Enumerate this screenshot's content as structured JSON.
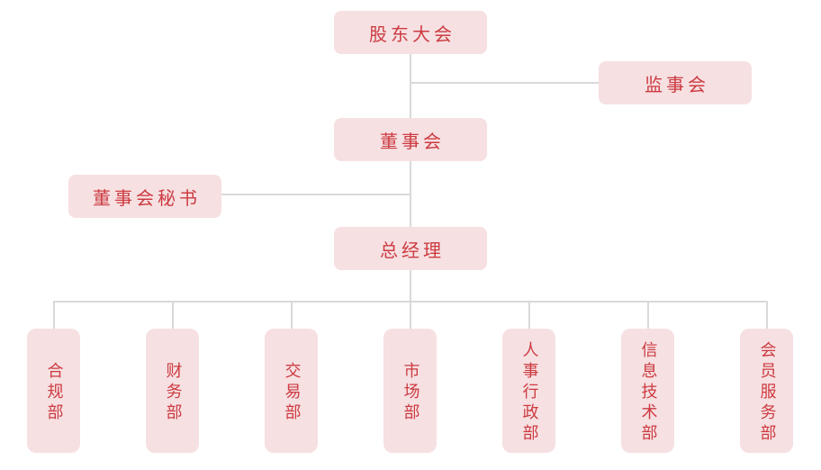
{
  "org_chart": {
    "nodes": {
      "shareholders_meeting": "股东大会",
      "supervisory_board": "监事会",
      "board_of_directors": "董事会",
      "board_secretary": "董事会秘书",
      "general_manager": "总经理"
    },
    "departments": [
      {
        "label": "合规部"
      },
      {
        "label": "财务部"
      },
      {
        "label": "交易部"
      },
      {
        "label": "市场部"
      },
      {
        "label": "人事行政部"
      },
      {
        "label": "信息技术部"
      },
      {
        "label": "会员服务部"
      }
    ],
    "colors": {
      "node_background": "#f6e0e2",
      "node_text": "#cc3b41",
      "connector_line": "#d9d9d9",
      "page_background": "#ffffff"
    }
  }
}
